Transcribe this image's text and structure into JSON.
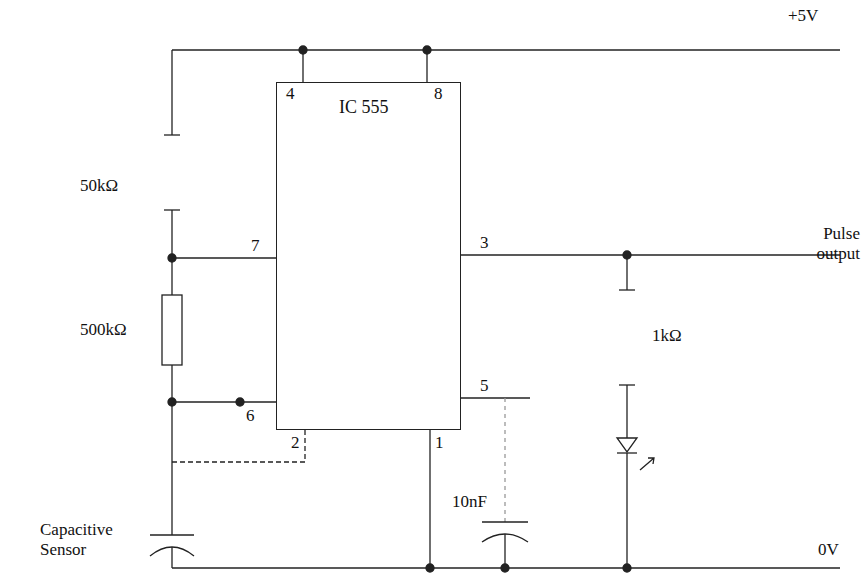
{
  "diagram": {
    "nodes": [
      {
        "text": [
          "IC 555"
        ]
      }
    ],
    "labels": [
      "+5V",
      "4",
      "8",
      "50kΩ",
      "7",
      "3",
      "Pulse output",
      "500kΩ",
      "1kΩ",
      "6",
      "5",
      "2",
      "1",
      "Capacitive Sensor",
      "10nF",
      "0V"
    ]
  }
}
